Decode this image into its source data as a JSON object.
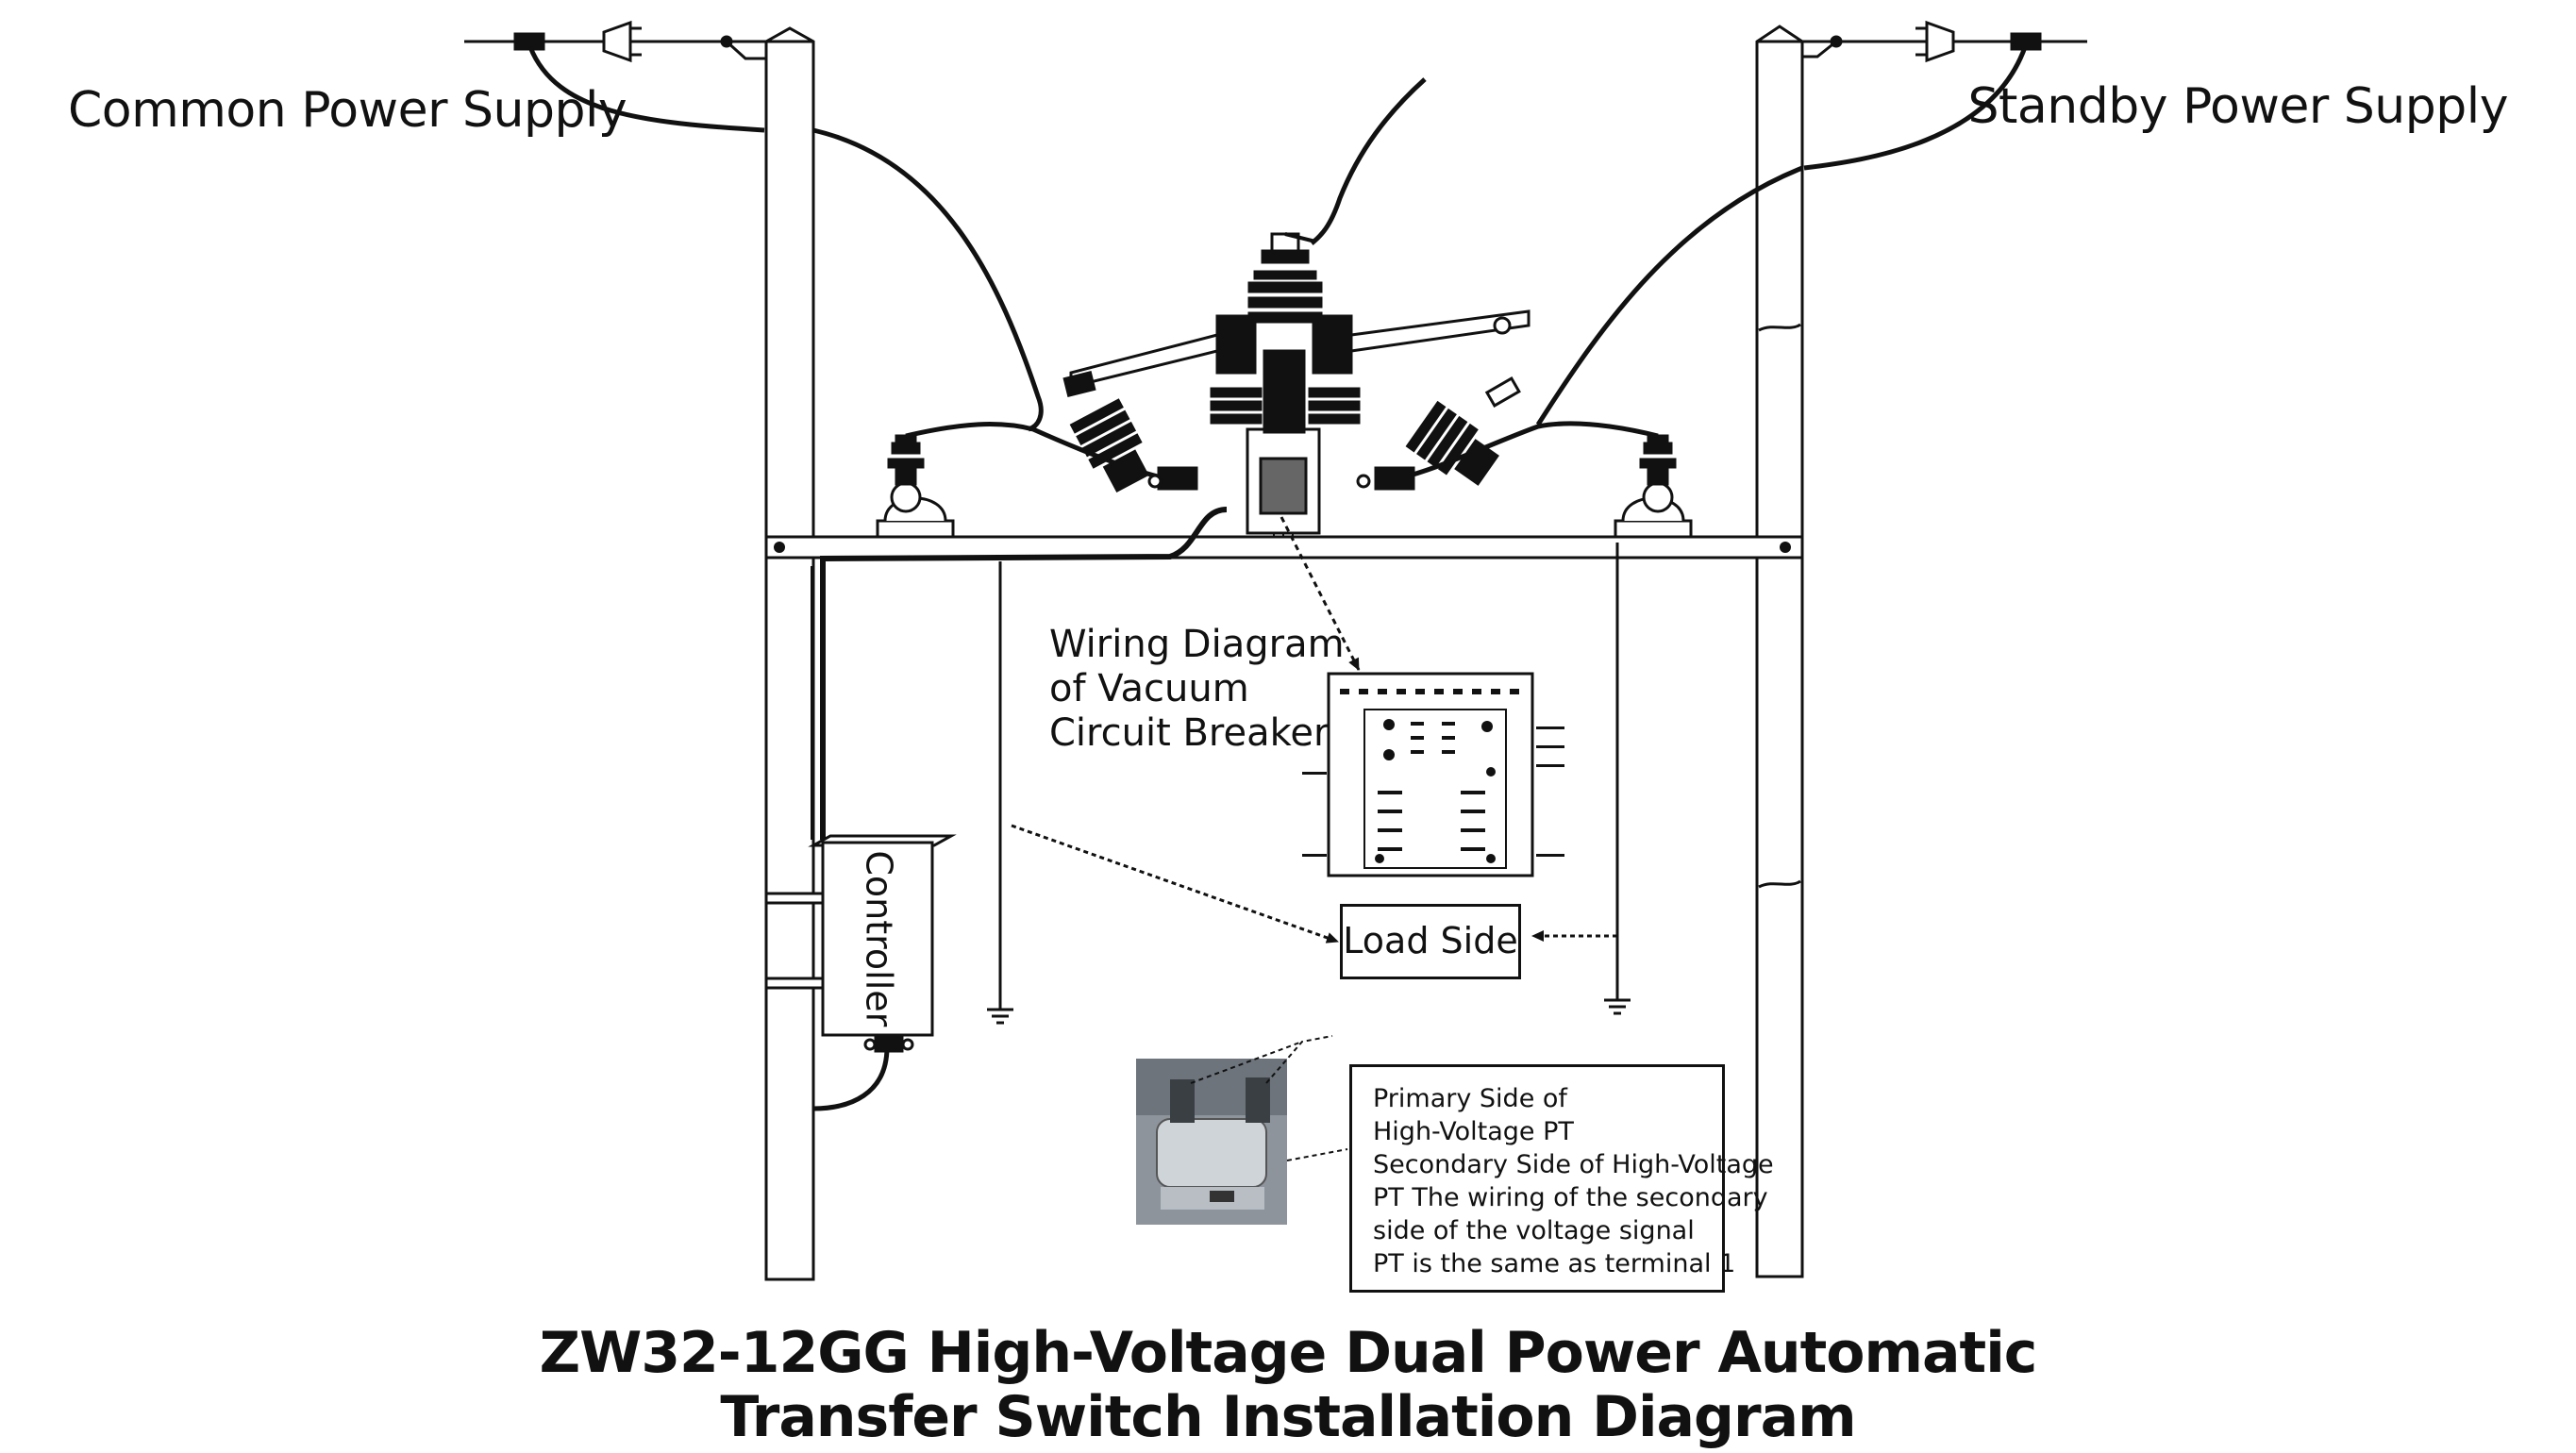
{
  "labels": {
    "common_supply": "Common Power Supply",
    "standby_supply": "Standby Power Supply",
    "wiring_diagram": [
      "Wiring Diagram",
      "of Vacuum",
      "Circuit Breaker"
    ],
    "load_side": "Load Side",
    "controller": "Controller",
    "pt_note": [
      "Primary Side of",
      "High-Voltage PT",
      "Secondary Side of High-Voltage",
      "PT The wiring of the secondary",
      "side of the voltage signal",
      "PT is the same as terminal 1"
    ],
    "title": [
      "ZW32-12GG High-Voltage Dual Power Automatic",
      "Transfer Switch Installation Diagram"
    ]
  },
  "colors": {
    "line": "#111111",
    "pole_fill": "#ffffff",
    "photo_bg": "#8d949c"
  }
}
